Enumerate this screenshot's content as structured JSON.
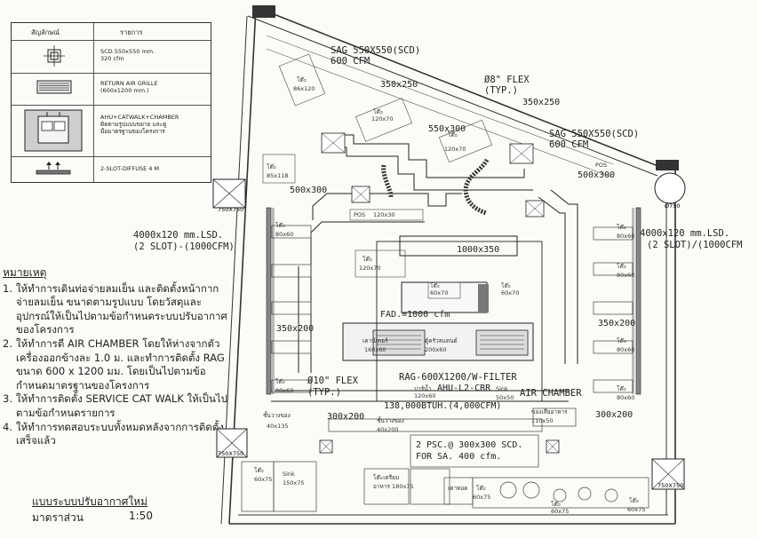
{
  "legend": {
    "header_symbol": "สัญลักษณ์",
    "header_detail": "รายการ",
    "rows": [
      {
        "icon": "scd-diffuser-icon",
        "lines": [
          "SCD.550x550 mm.",
          "320 cfm"
        ]
      },
      {
        "icon": "return-air-grille-icon",
        "lines": [
          "RETURN AIR GRILLE",
          "(600x1200 mm.)"
        ]
      },
      {
        "icon": "ahu-chamber-icon",
        "lines": [
          "AHU+CATWALK+CHAMBER",
          "ติดตามรูปแบบขยาย และดู",
          "มือมาตรฐานของโครงการ"
        ]
      },
      {
        "icon": "slot-diffuser-icon",
        "lines": [
          "2-SLOT-DIFFUSE 4 M"
        ]
      }
    ]
  },
  "notes": {
    "title": "หมายเหตุ",
    "items": [
      {
        "num": "1.",
        "text": "ให้ทำการเดินท่อจ่ายลมเย็น และติดตั้งหน้ากากจ่ายลมเย็น ขนาดตามรูปแบบ โดยวัสดุและอุปกรณ์ให้เป็นไปตามข้อกำหนดระบบปรับอากาศของโครงการ"
      },
      {
        "num": "2.",
        "text": "ให้ทำการตี AIR CHAMBER โดยให้ห่างจากตัวเครื่องออกข้างละ 1.0 ม. และทำการติดตั้ง RAG ขนาด 600 x 1200 มม. โดยเป็นไปตามข้อกำหนดมาตรฐานของโครงการ"
      },
      {
        "num": "3.",
        "text": "ให้ทำการติดตั้ง SERVICE CAT WALK ให้เป็นไปตามข้อกำหนดรายการ"
      },
      {
        "num": "4.",
        "text": "ให้ทำการทดสอบระบบทั้งหมดหลังจากการติดตั้งเสร็จแล้ว"
      }
    ]
  },
  "footer": {
    "title": "แบบระบบปรับอากาศใหม่",
    "scale_label": "มาตราส่วน",
    "scale_value": "1:50"
  },
  "plan": {
    "sag_top": [
      "SAG 550X550(SCD)",
      "600 CFM"
    ],
    "sag_right": [
      "SAG 550X550(SCD)",
      "600 CFM"
    ],
    "flex_top": [
      "Ø8\" FLEX",
      "(TYP.)"
    ],
    "flex_bottom": [
      "Ø10\" FLEX",
      "(TYP.)"
    ],
    "duct_350x250_a": "350x250",
    "duct_350x250_b": "350x250",
    "duct_550x300": "550x300",
    "duct_500x300_a": "500x300",
    "duct_500x300_b": "500x300",
    "duct_1000x350": "1000x350",
    "duct_350x200_a": "350x200",
    "duct_350x200_b": "350x200",
    "duct_300x200_a": "300x200",
    "duct_300x200_b": "300x200",
    "lsd_left": [
      "4000x120 mm.LSD.",
      "(2 SLOT)-(1000CFM)"
    ],
    "lsd_right": [
      "4000x120 mm.LSD.",
      "(2 SLOT)/(1000CFM"
    ],
    "fad": "FAD.=1000 cfm",
    "rag": "RAG-600X1200/W-FILTER",
    "ahu": [
      "AHU-L2-CRR",
      "138,000BTUH.(4,000CFM)"
    ],
    "air_chamber": "AIR CHAMBER",
    "psc": [
      "2 PSC.@ 300x300 SCD.",
      "FOR SA. 400 cfm."
    ],
    "col_label": "750X750",
    "col_round": "Ø750",
    "furniture": [
      {
        "t": "โต๊ะ",
        "s": "86x120"
      },
      {
        "t": "โต๊ะ",
        "s": "120x70"
      },
      {
        "t": "โต๊ะ",
        "s": "120x70"
      },
      {
        "t": "โต๊ะ",
        "s": "85x118"
      },
      {
        "t": "POS",
        "s": "120x30"
      },
      {
        "t": "POS",
        "s": ""
      },
      {
        "t": "โต๊ะ",
        "s": "120x70"
      },
      {
        "t": "โต๊ะ",
        "s": "60x70"
      },
      {
        "t": "โต๊ะ",
        "s": "60x70"
      },
      {
        "t": "เคาน์เตอร์",
        "s": "160x60"
      },
      {
        "t": "ตู้ครัวสแตนด์",
        "s": "200x60"
      },
      {
        "t": "บาร์น้ำ",
        "s": "120x60"
      },
      {
        "t": "Sink",
        "s": "50x50"
      },
      {
        "t": "ชั้นวางของ",
        "s": "40x135"
      },
      {
        "t": "ชั้นวางของ",
        "s": "40x200"
      },
      {
        "t": "ของเสียอาหาร",
        "s": "110x50"
      },
      {
        "t": "โต๊ะ",
        "s": "60x75"
      },
      {
        "t": "Sink",
        "s": "150x75"
      },
      {
        "t": "โต๊ะเตรียม",
        "s": "อาหาร 180x75"
      },
      {
        "t": "เตาทอด",
        "s": ""
      },
      {
        "t": "โต๊ะ",
        "s": "60x75"
      },
      {
        "t": "โต๊ะ",
        "s": "60x75"
      },
      {
        "t": "โต๊ะ",
        "s": "60x75"
      },
      {
        "t": "โต๊ะ",
        "s": "80x60"
      },
      {
        "t": "โต๊ะ",
        "s": "80x60"
      },
      {
        "t": "โต๊ะ",
        "s": "80x60"
      },
      {
        "t": "โต๊ะ",
        "s": "80x60"
      },
      {
        "t": "โต๊ะ",
        "s": "80x60"
      },
      {
        "t": "โต๊ะ",
        "s": "80x60"
      }
    ]
  }
}
